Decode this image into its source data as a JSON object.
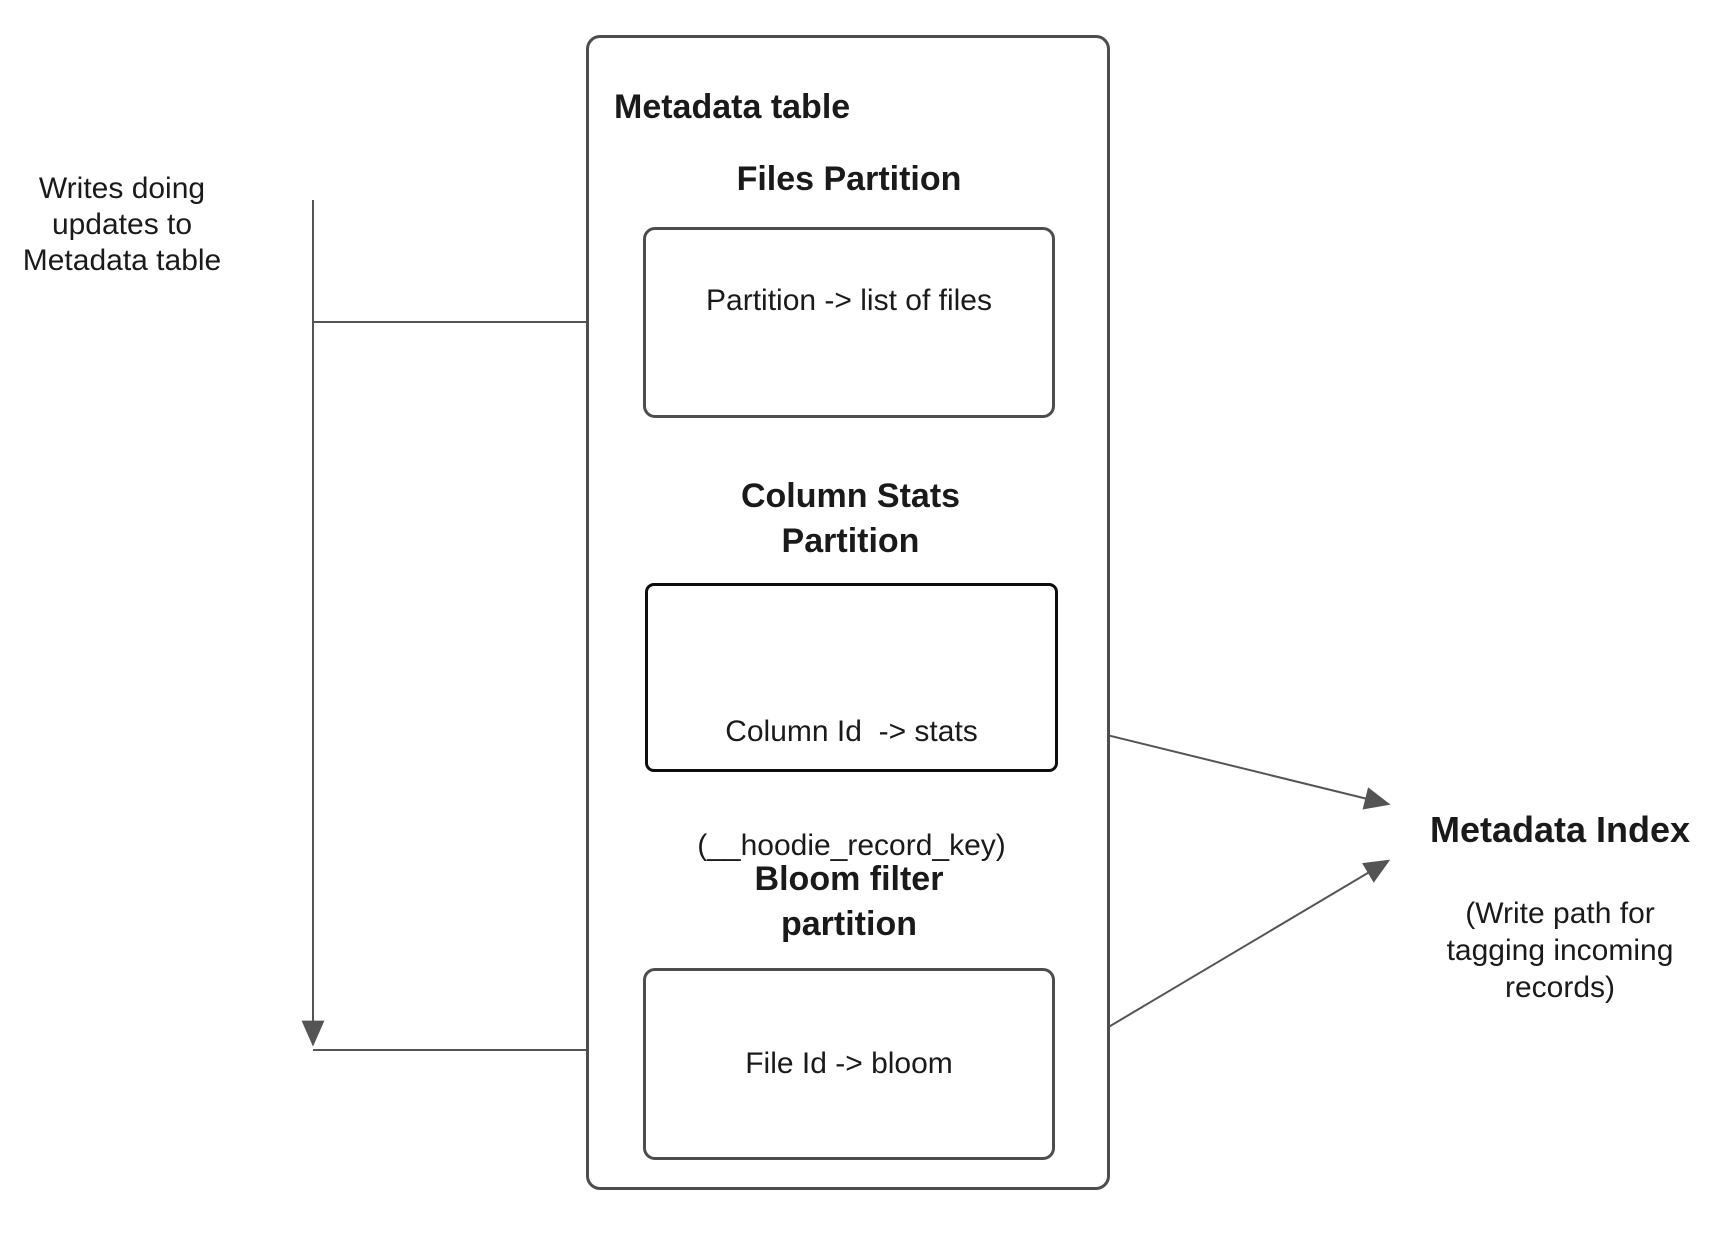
{
  "colors": {
    "stroke_gray": "#4d4d4d",
    "stroke_black": "#0d0d0d",
    "arrow_color": "#545454",
    "text_color": "#1a1a1a",
    "bg_color": "#ffffff"
  },
  "left_note": {
    "lines": [
      "Writes doing",
      "updates to",
      "Metadata table"
    ]
  },
  "metadata_table": {
    "title": "Metadata table",
    "sections": {
      "files": {
        "heading_lines": [
          "Files Partition"
        ],
        "body_lines": [
          "Partition -> list of files"
        ]
      },
      "column_stats": {
        "heading_lines": [
          "Column Stats",
          "Partition"
        ],
        "body_lines": [
          "Column Id  -> stats",
          "(__hoodie_record_key)"
        ]
      },
      "bloom": {
        "heading_lines": [
          "Bloom filter",
          "partition"
        ],
        "body_lines": [
          "File Id -> bloom"
        ]
      }
    }
  },
  "index_note": {
    "title": "Metadata Index",
    "subtitle_lines": [
      "(Write path for",
      "tagging incoming",
      "records)"
    ]
  }
}
